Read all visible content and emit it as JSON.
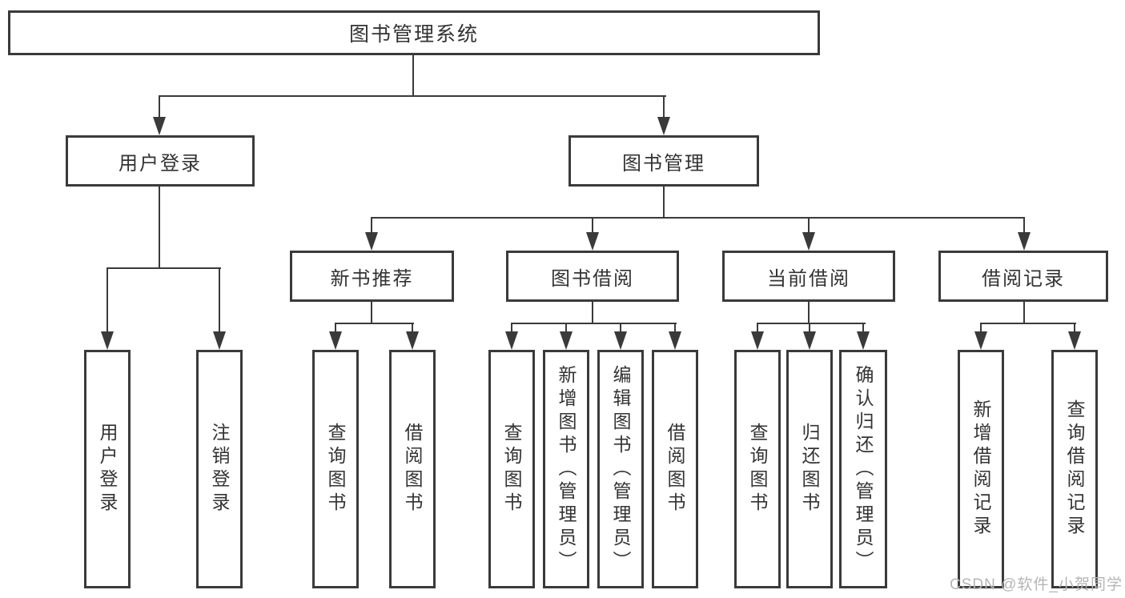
{
  "diagram": {
    "root": {
      "label": "图书管理系统"
    },
    "branches": {
      "user_login": {
        "label": "用户登录",
        "children": [
          {
            "label": "用户登录"
          },
          {
            "label": "注销登录"
          }
        ]
      },
      "book_management": {
        "label": "图书管理",
        "groups": [
          {
            "label": "新书推荐",
            "children": [
              {
                "label": "查询图书"
              },
              {
                "label": "借阅图书"
              }
            ]
          },
          {
            "label": "图书借阅",
            "children": [
              {
                "label": "查询图书"
              },
              {
                "label": "新增图书（管理员）"
              },
              {
                "label": "编辑图书（管理员）"
              },
              {
                "label": "借阅图书"
              }
            ]
          },
          {
            "label": "当前借阅",
            "children": [
              {
                "label": "查询图书"
              },
              {
                "label": "归还图书"
              },
              {
                "label": "确认归还（管理员）"
              }
            ]
          },
          {
            "label": "借阅记录",
            "children": [
              {
                "label": "新增借阅记录"
              },
              {
                "label": "查询借阅记录"
              }
            ]
          }
        ]
      }
    }
  },
  "watermark": {
    "text": "CSDN @软件_小贺同学"
  },
  "colors": {
    "line": "#3a3a3a",
    "text": "#333333",
    "background": "#ffffff",
    "watermark": "#b5b5b5"
  }
}
